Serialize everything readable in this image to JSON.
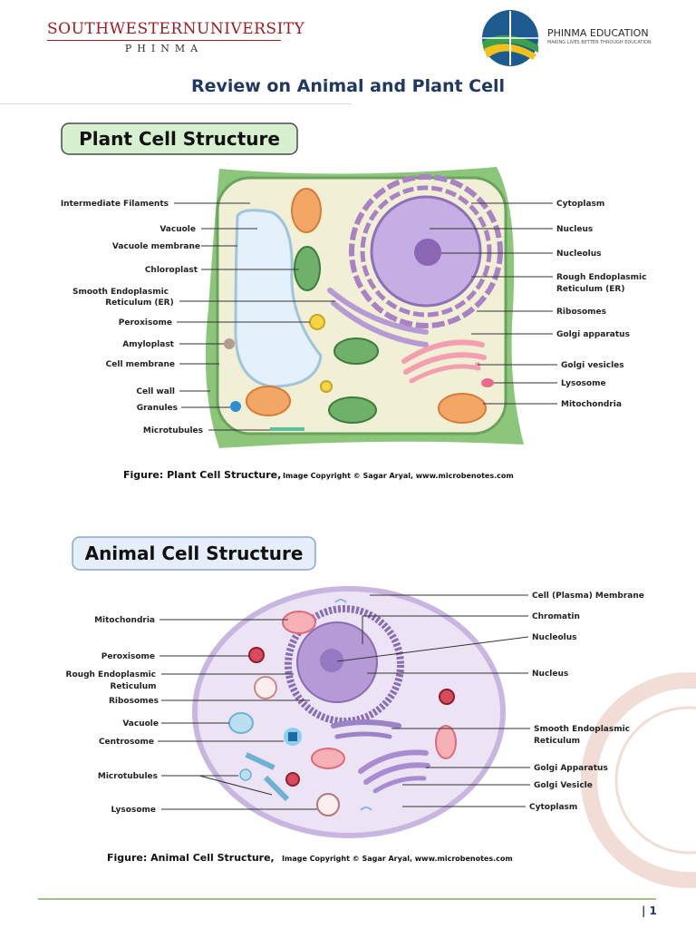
{
  "header": {
    "university": "SOUTHWESTERNUNIVERSITY",
    "university_sub": "PHINMA",
    "org_name": "PHINMA EDUCATION",
    "org_tagline": "MAKING LIVES BETTER THROUGH EDUCATION",
    "title": "Review on Animal and Plant Cell"
  },
  "plant": {
    "heading": "Plant Cell Structure",
    "labels_left": [
      "Intermediate Filaments",
      "Vacuole",
      "Vacuole membrane",
      "Chloroplast",
      "Smooth Endoplasmic",
      "Reticulum (ER)",
      "Peroxisome",
      "Amyloplast",
      "Cell membrane",
      "Cell wall",
      "Granules",
      "Microtubules"
    ],
    "labels_right": [
      "Cytoplasm",
      "Nucleus",
      "Nucleolus",
      "Rough Endoplasmic",
      "Reticulum (ER)",
      "Ribosomes",
      "Golgi apparatus",
      "Golgi vesicles",
      "Lysosome",
      "Mitochondria"
    ],
    "caption_main": "Figure: Plant Cell Structure,",
    "caption_credit": "Image Copyright © Sagar Aryal, www.microbenotes.com"
  },
  "animal": {
    "heading": "Animal Cell Structure",
    "labels_left": [
      "Mitochondria",
      "Peroxisome",
      "Rough Endoplasmic",
      "Reticulum",
      "Ribosomes",
      "Vacuole",
      "Centrosome",
      "Microtubules",
      "Lysosome"
    ],
    "labels_right": [
      "Cell (Plasma) Membrane",
      "Chromatin",
      "Nucleolus",
      "Nucleus",
      "Smooth Endoplasmic",
      "Reticulum",
      "Golgi Apparatus",
      "Golgi Vesicle",
      "Cytoplasm"
    ],
    "caption_main": "Figure: Animal Cell Structure,",
    "caption_credit": "Image Copyright © Sagar Aryal, www.microbenotes.com"
  },
  "footer": {
    "page": "| 1"
  },
  "colors": {
    "title": "#1f3864",
    "university": "#9c1c20",
    "plant_wall": "#8cc67a",
    "animal_membrane": "#c9b6e0"
  }
}
